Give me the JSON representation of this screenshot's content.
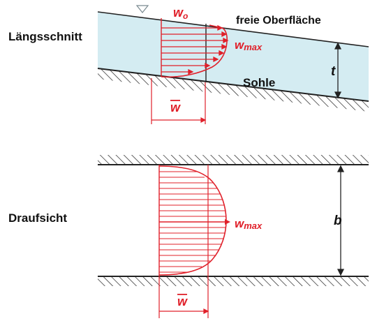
{
  "labels": {
    "laengsschnitt": "Längsschnitt",
    "draufsicht": "Draufsicht",
    "freie_oberflaeche": "freie Oberfläche",
    "sohle": "Sohle",
    "w0": "w",
    "w0_sub": "o",
    "wmax_top": "w",
    "wmax_top_sub": "max",
    "wmax_bottom": "w",
    "wmax_bottom_sub": "max",
    "wbar_top": "w",
    "wbar_bottom": "w",
    "depth": "t",
    "width": "b"
  },
  "colors": {
    "red": "#e0202a",
    "water": "#d4ecf2",
    "ink": "#111111"
  }
}
